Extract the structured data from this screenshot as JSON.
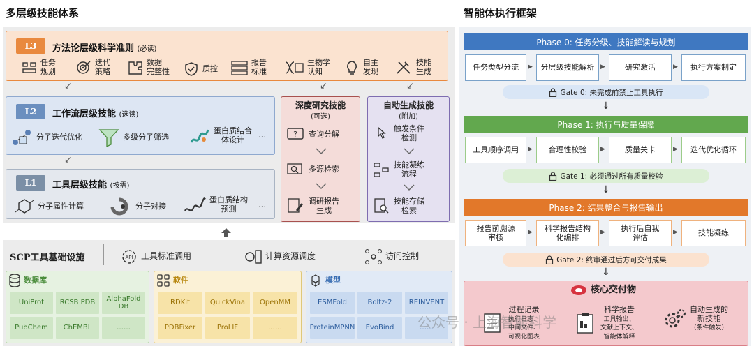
{
  "left_title": "多层级技能体系",
  "right_title": "智能体执行框架",
  "l3": {
    "badge": "L3",
    "title": "方法论层级科学准则",
    "note": "(必读)",
    "items": [
      {
        "a": "任务",
        "b": "规划"
      },
      {
        "a": "迭代",
        "b": "策略"
      },
      {
        "a": "数据",
        "b": "完整性"
      },
      {
        "a": "质控",
        "b": ""
      },
      {
        "a": "报告",
        "b": "标准"
      },
      {
        "a": "生物学",
        "b": "认知"
      },
      {
        "a": "自主",
        "b": "发现"
      },
      {
        "a": "技能",
        "b": "生成"
      }
    ]
  },
  "l2": {
    "badge": "L2",
    "title": "工作流层级技能",
    "note": "(选读)",
    "items": [
      "分子迭代优化",
      "多级分子筛选",
      "蛋白质结合",
      "体设计",
      "…"
    ]
  },
  "l1": {
    "badge": "L1",
    "title": "工具层级技能",
    "note": "(按需)",
    "items": [
      "分子属性计算",
      "分子对接",
      "蛋白质结构",
      "预测",
      "…"
    ]
  },
  "deep": {
    "title": "深度研究技能",
    "note": "(可选)",
    "steps": [
      "查询分解",
      "多源检索",
      "调研报告",
      "生成"
    ]
  },
  "auto": {
    "title": "自动生成技能",
    "note": "(附加)",
    "steps": [
      "触发条件",
      "检测",
      "技能凝练",
      "流程",
      "技能存储",
      "检索"
    ]
  },
  "scp": {
    "title": "SCP工具基础设施",
    "features": [
      "工具标准调用",
      "计算资源调度",
      "访问控制"
    ]
  },
  "db": {
    "title": "数据库",
    "cells": [
      "UniProt",
      "RCSB PDB",
      "AlphaFold DB",
      "PubChem",
      "ChEMBL",
      "……"
    ]
  },
  "sw": {
    "title": "软件",
    "cells": [
      "RDKit",
      "QuickVina",
      "OpenMM",
      "PDBFixer",
      "ProLIF",
      "……"
    ]
  },
  "model": {
    "title": "模型",
    "cells": [
      "ESMFold",
      "Boltz-2",
      "REINVENT",
      "ProteinMPNN",
      "EvoBind",
      "……"
    ]
  },
  "phase0": {
    "title": "Phase 0: 任务分级、技能解读与规划",
    "steps": [
      "任务类型分流",
      "分层级技能解析",
      "研究激活",
      "执行方案制定"
    ],
    "gate": "Gate 0: 未完成前禁止工具执行"
  },
  "phase1": {
    "title": "Phase 1: 执行与质量保障",
    "steps": [
      "工具顺序调用",
      "合理性校验",
      "质量关卡",
      "迭代优化循环"
    ],
    "gate": "Gate 1: 必须通过所有质量校验"
  },
  "phase2": {
    "title": "Phase 2: 结果整合与报告输出",
    "steps": [
      "报告前溯源审核",
      "科学报告结构化编排",
      "执行后自我评估",
      "技能凝练"
    ],
    "gate": "Gate 2: 终审通过后方可交付成果"
  },
  "deliver": {
    "title": "核心交付物",
    "items": [
      {
        "t": "过程记录",
        "d": [
          "执行日志、",
          "中间文件、",
          "可视化图表"
        ]
      },
      {
        "t": "科学报告",
        "d": [
          "工具输出、",
          "文献上下文、",
          "智能体解释"
        ]
      },
      {
        "t": "自动生成的",
        "d": [
          "新技能",
          "(条件触发)"
        ]
      }
    ]
  },
  "watermark": "公众号 · 上海智能科学",
  "colors": {
    "l3": "#e9893e",
    "l2": "#6b8fbf",
    "l1": "#7b8fa6",
    "deep": "#a8514f",
    "auto": "#7e6db0",
    "phase0": "#3f78c1",
    "phase1": "#62a84e",
    "phase2": "#e2782a",
    "db": "#4a8c3b",
    "sw": "#c79a13",
    "model": "#3b6fb3"
  }
}
